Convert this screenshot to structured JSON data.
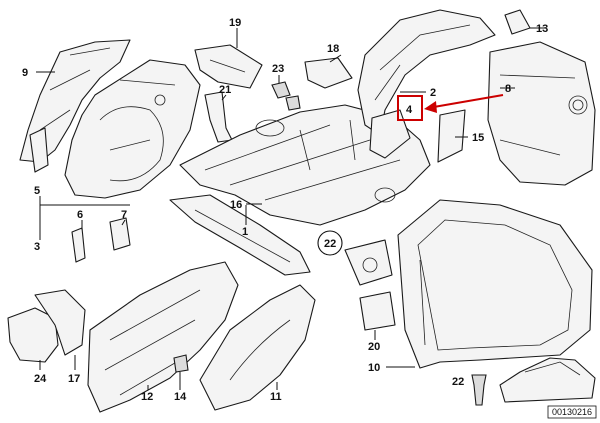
{
  "diagram": {
    "callouts": {
      "c1": "1",
      "c2": "2",
      "c3": "3",
      "c4": "4",
      "c5": "5",
      "c6": "6",
      "c7": "7",
      "c8": "8",
      "c9": "9",
      "c10": "10",
      "c11": "11",
      "c12": "12",
      "c13": "13",
      "c14": "14",
      "c15": "15",
      "c16": "16",
      "c17": "17",
      "c18": "18",
      "c19": "19",
      "c20": "20",
      "c21": "21",
      "c22": "22",
      "c22_circled": "22",
      "c23": "23",
      "c24": "24"
    },
    "highlight": {
      "part": "4",
      "color": "#cc0000"
    },
    "reference_code": "00130216"
  }
}
